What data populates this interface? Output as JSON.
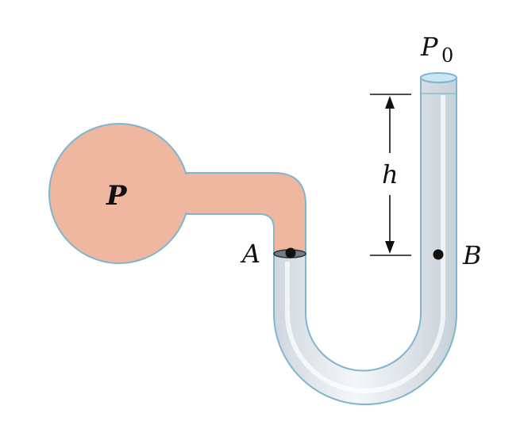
{
  "diagram": {
    "labels": {
      "pressure": "P",
      "atmospheric_symbol": "P",
      "atmospheric_subscript": "0",
      "point_a": "A",
      "point_b": "B",
      "height": "h"
    },
    "colors": {
      "gas": "#efb6a0",
      "gas_outline": "#7fb5cf",
      "tube_glass": "#dde4ea",
      "tube_highlight": "#f6f9fb",
      "tube_outline": "#7fb5cf",
      "tube_rim": "#c9e6f3",
      "ink": "#111111"
    }
  }
}
